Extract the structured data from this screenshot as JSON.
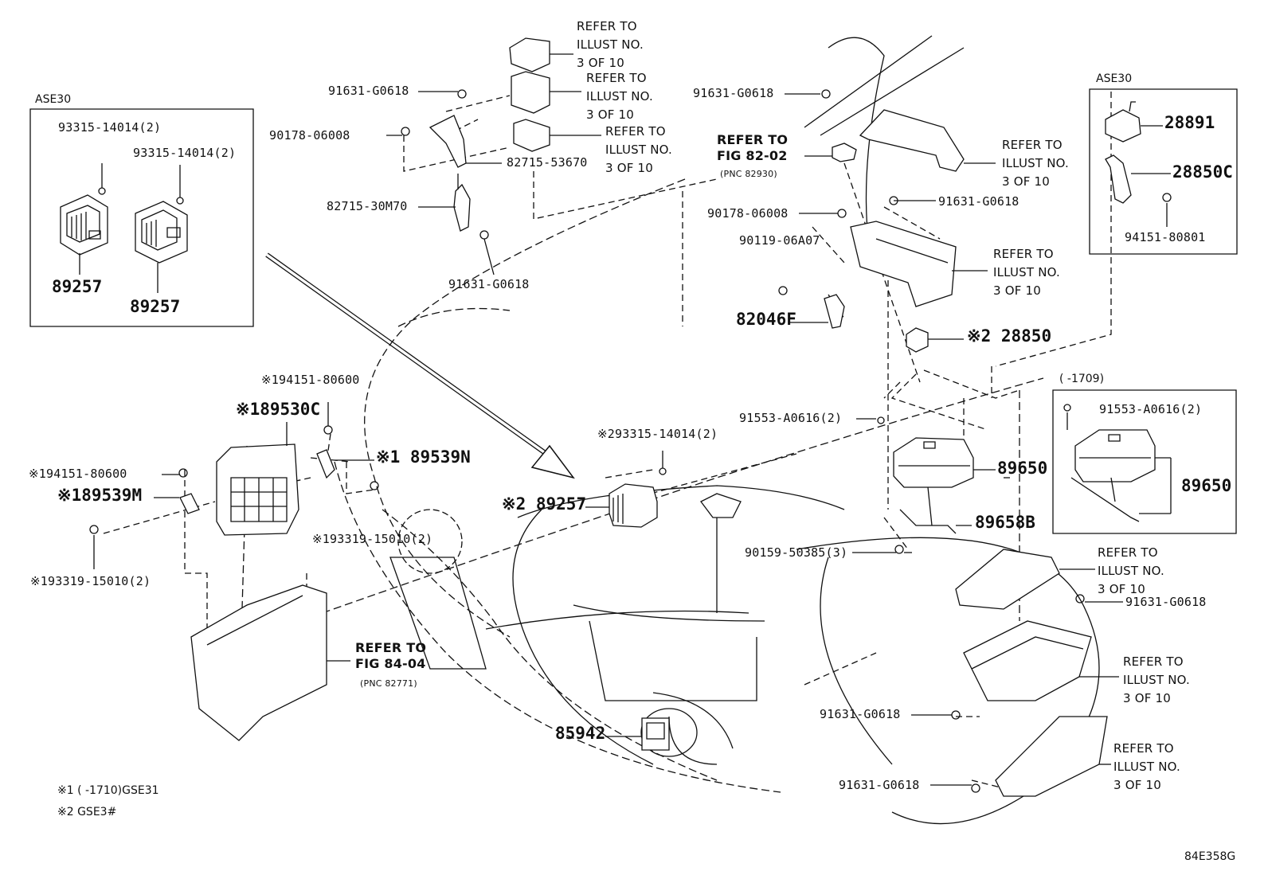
{
  "diagram_code": "84E358G",
  "box_left": {
    "title": "ASE30",
    "labels": {
      "bolt_a": "93315-14014(2)",
      "bolt_b": "93315-14014(2)",
      "ecu_a": "89257",
      "ecu_b": "89257"
    }
  },
  "box_right": {
    "title": "ASE30",
    "labels": {
      "part1": "28891",
      "part2": "28850C",
      "part3": "94151-80801"
    }
  },
  "box_lower_right": {
    "title": "(      -1709)",
    "labels": {
      "bolt": "91553-A0616(2)",
      "ecu": "89650"
    }
  },
  "labels": {
    "l_91631_top_mid": "91631-G0618",
    "l_90178_mid": "90178-06008",
    "l_82715_53670": "82715-53670",
    "l_82715_30m70": "82715-30M70",
    "l_91631_lower_mid": "91631-G0618",
    "l_91631_top_right": "91631-G0618",
    "l_90178_right": "90178-06008",
    "l_90119": "90119-06A07",
    "l_82046f": "82046F",
    "l_91631_right": "91631-G0618",
    "l_28850": "※2 28850",
    "l_91553": "91553-A0616(2)",
    "l_89650": "89650",
    "l_89658b": "89658B",
    "l_90159": "90159-50385(3)",
    "l_91631_glove": "91631-G0618",
    "l_91631_bot1": "91631-G0618",
    "l_91631_bot2": "91631-G0618",
    "l_85942": "85942",
    "l_93315_center": "※293315-14014(2)",
    "l_89257_center": "※2 89257",
    "l_94151_top": "※194151-80600",
    "l_89530c": "※189530C",
    "l_89539n": "※1 89539N",
    "l_94151_left": "※194151-80600",
    "l_89539m": "※189539M",
    "l_93319_mid": "※193319-15010(2)",
    "l_93319_left": "※193319-15010(2)"
  },
  "refers": {
    "r1": "REFER TO\nILLUST NO.\n3 OF 10",
    "r2": "REFER TO\nILLUST NO.\n3 OF 10",
    "r3": "REFER TO\nILLUST NO.\n3 OF 10",
    "r4": "REFER TO\nILLUST NO.\n3 OF 10",
    "r5": "REFER TO\nILLUST NO.\n3 OF 10",
    "r6": "REFER TO\nILLUST NO.\n3 OF 10",
    "r7": "REFER TO\nILLUST NO.\n3 OF 10",
    "r8": "REFER TO\nILLUST NO.\n3 OF 10",
    "fig82_main": "REFER TO\nFIG 82-02",
    "fig82_pnc": "(PNC 82930)",
    "fig84_main": "REFER TO\nFIG 84-04",
    "fig84_pnc": "(PNC 82771)"
  },
  "notes": {
    "n1": "※1 (      -1710)GSE31",
    "n2": "※2 GSE3#"
  }
}
